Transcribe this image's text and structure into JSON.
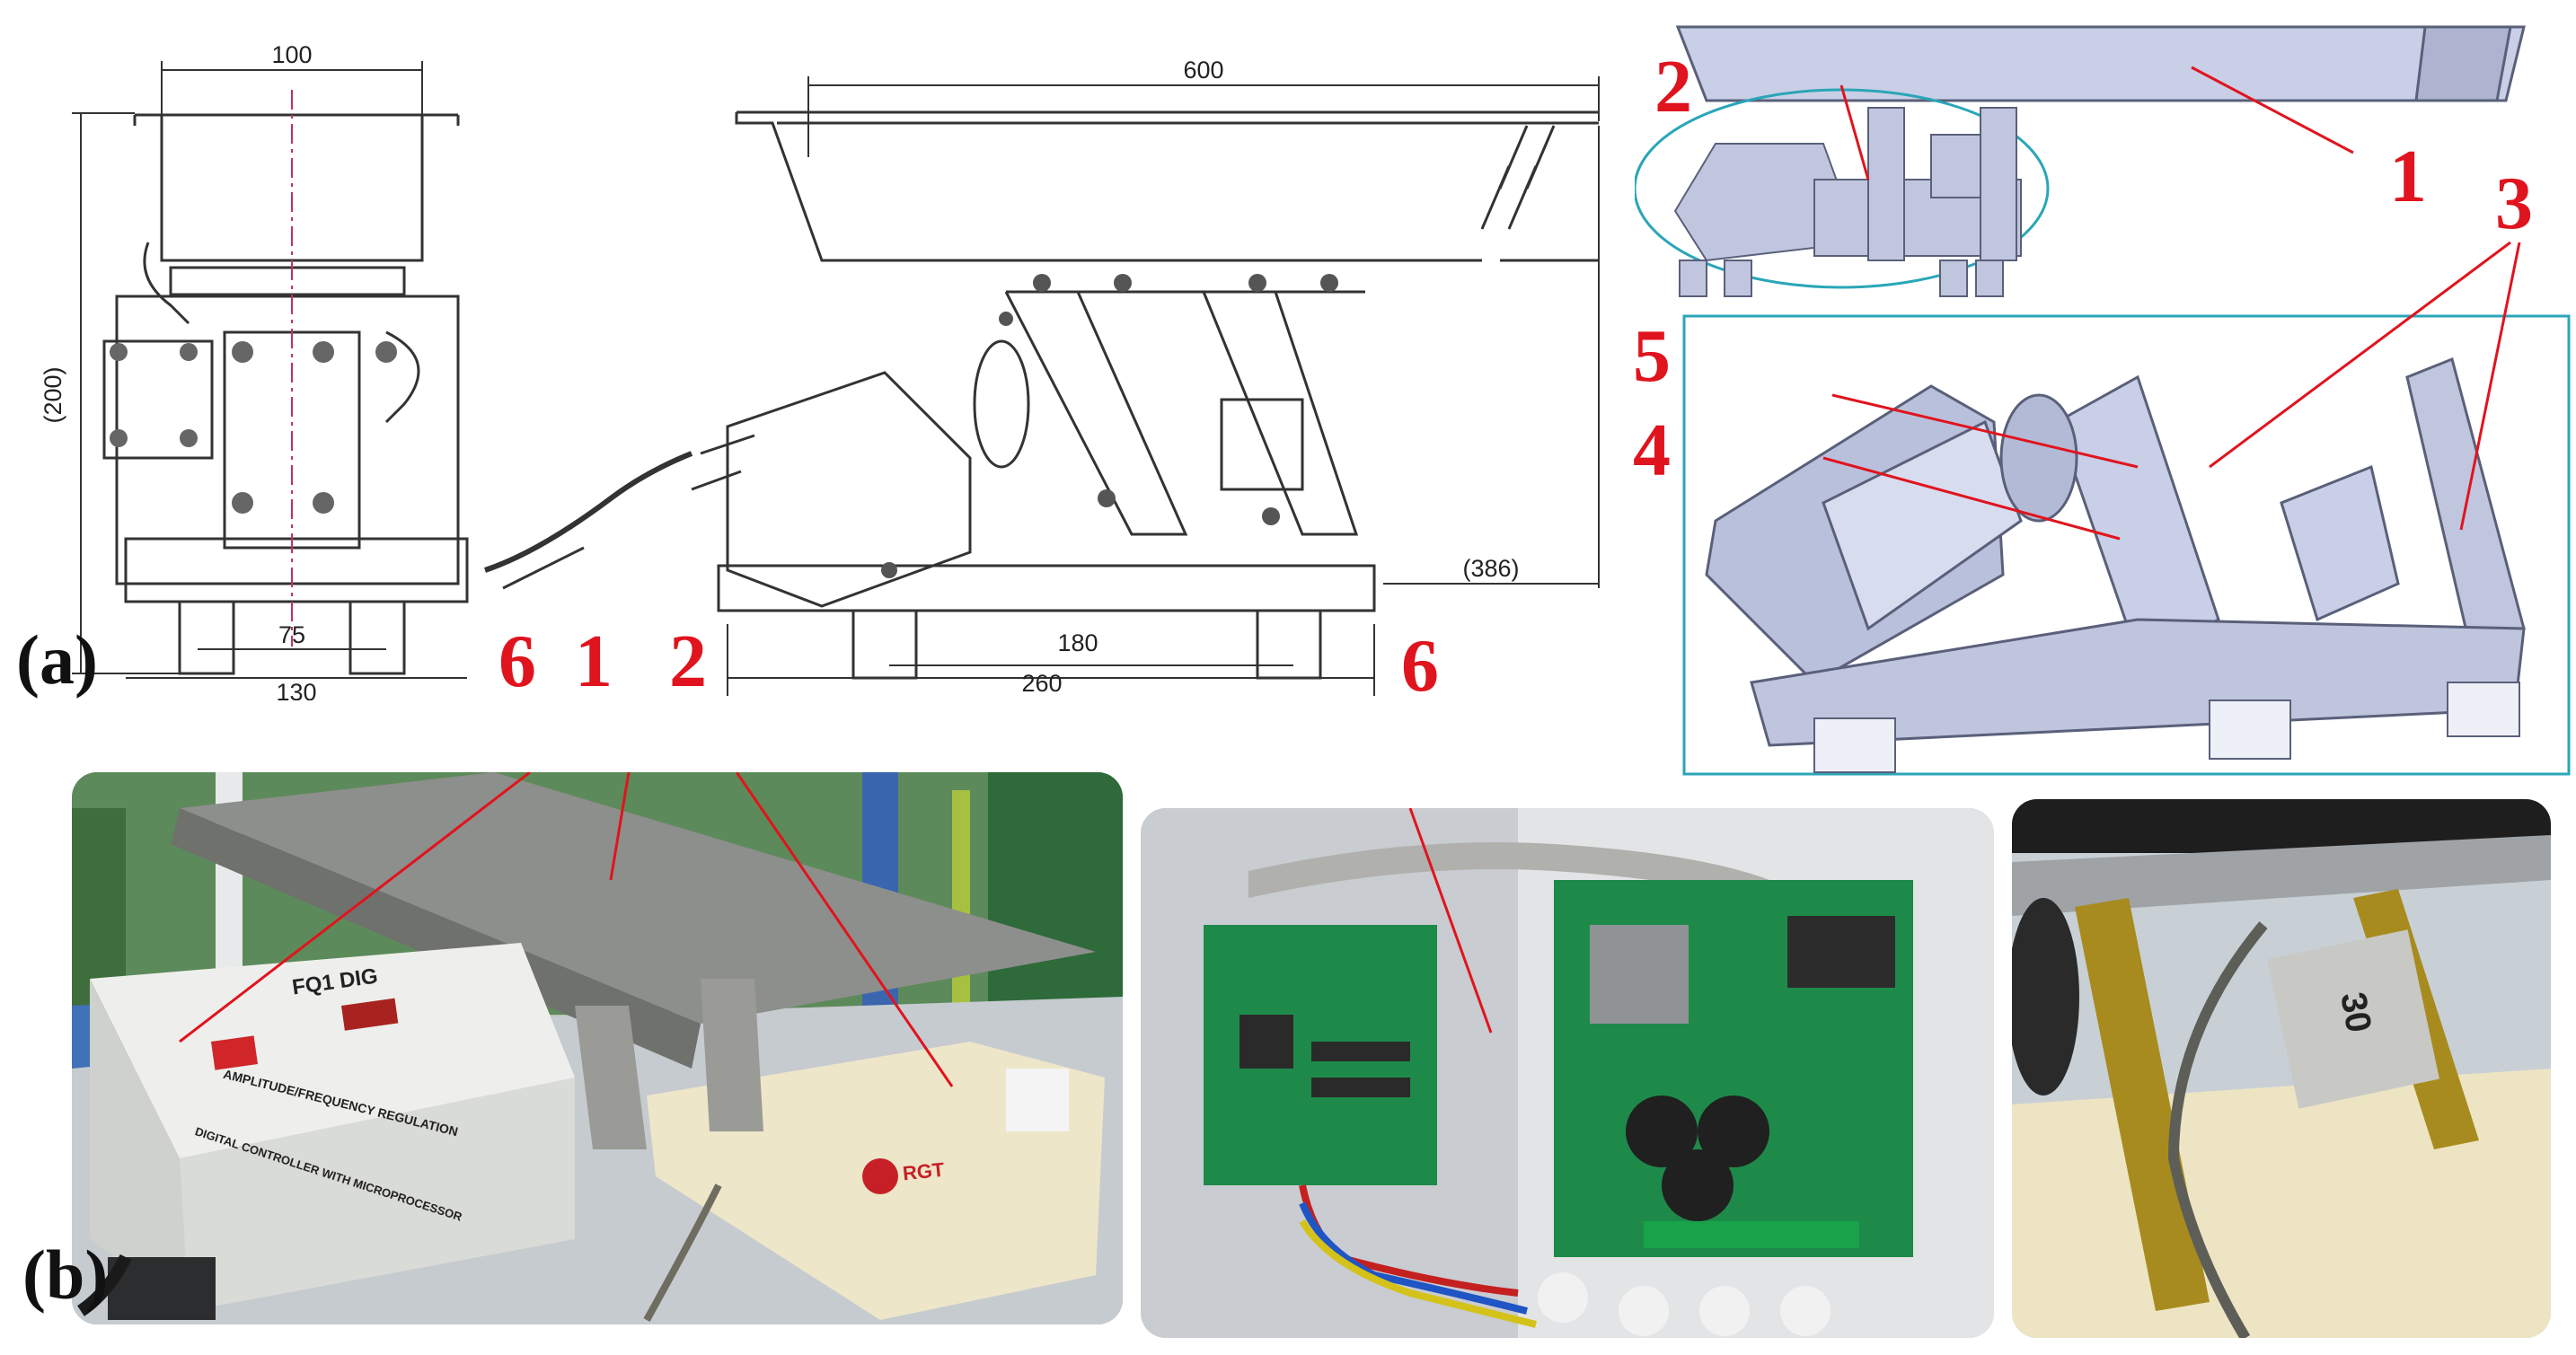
{
  "panel_labels": {
    "a": "(a)",
    "b": "(b)"
  },
  "front_view": {
    "dim_top": "100",
    "dim_left": "(200)",
    "dim_inner": "75",
    "dim_bottom": "130"
  },
  "side_view": {
    "dim_top": "600",
    "dim_base_inner": "180",
    "dim_base": "260",
    "dim_overhang": "(386)"
  },
  "cad_labels": [
    "1",
    "2",
    "3",
    "4",
    "5"
  ],
  "photo_labels": {
    "controller": "6",
    "trough": "1",
    "drive": "2",
    "board": "6"
  },
  "photo_texts": {
    "controller_model": "FQ1 DIG",
    "controller_sub": "AMPLITUDE/FREQUENCY REGULATION",
    "controller_bottom": "DIGITAL CONTROLLER WITH MICROPROCESSOR",
    "drive_brand": "RGT",
    "spring_tag": "30"
  },
  "colors": {
    "callout_red": "#e0141e",
    "cad_box": "#2aa6b8",
    "cad_body": "#c9cfe6",
    "pcb_green": "#1e8a4a"
  }
}
